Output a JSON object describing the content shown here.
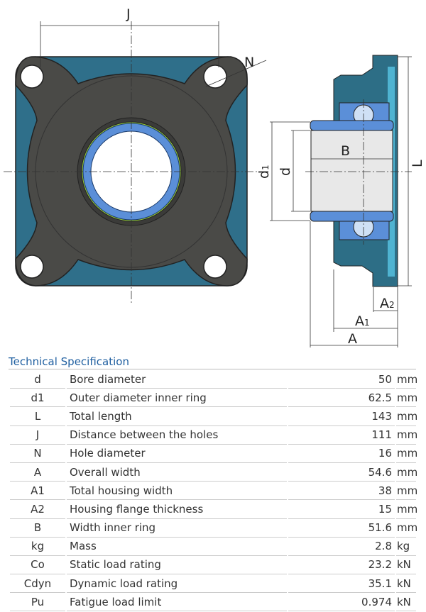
{
  "drawing": {
    "labels": {
      "J": "J",
      "N": "N",
      "d1": "d",
      "d1_sub": "1",
      "d": "d",
      "B": "B",
      "L": "L",
      "A2": "A",
      "A2_sub": "2",
      "A1": "A",
      "A1_sub": "1",
      "A": "A"
    }
  },
  "spec": {
    "title": "Technical Specification",
    "rows": [
      {
        "sym": "d",
        "desc": "Bore diameter",
        "val": "50",
        "unit": "mm"
      },
      {
        "sym": "d1",
        "desc": "Outer diameter inner ring",
        "val": "62.5",
        "unit": "mm"
      },
      {
        "sym": "L",
        "desc": "Total length",
        "val": "143",
        "unit": "mm"
      },
      {
        "sym": "J",
        "desc": "Distance between the holes",
        "val": "111",
        "unit": "mm"
      },
      {
        "sym": "N",
        "desc": "Hole diameter",
        "val": "16",
        "unit": "mm"
      },
      {
        "sym": "A",
        "desc": "Overall width",
        "val": "54.6",
        "unit": "mm"
      },
      {
        "sym": "A1",
        "desc": "Total housing width",
        "val": "38",
        "unit": "mm"
      },
      {
        "sym": "A2",
        "desc": "Housing flange thickness",
        "val": "15",
        "unit": "mm"
      },
      {
        "sym": "B",
        "desc": "Width inner ring",
        "val": "51.6",
        "unit": "mm"
      },
      {
        "sym": "kg",
        "desc": "Mass",
        "val": "2.8",
        "unit": "kg"
      },
      {
        "sym": "Co",
        "desc": "Static load rating",
        "val": "23.2",
        "unit": "kN"
      },
      {
        "sym": "Cdyn",
        "desc": "Dynamic load rating",
        "val": "35.1",
        "unit": "kN"
      },
      {
        "sym": "Pu",
        "desc": "Fatigue load limit",
        "val": "0.974",
        "unit": "kN"
      }
    ]
  }
}
